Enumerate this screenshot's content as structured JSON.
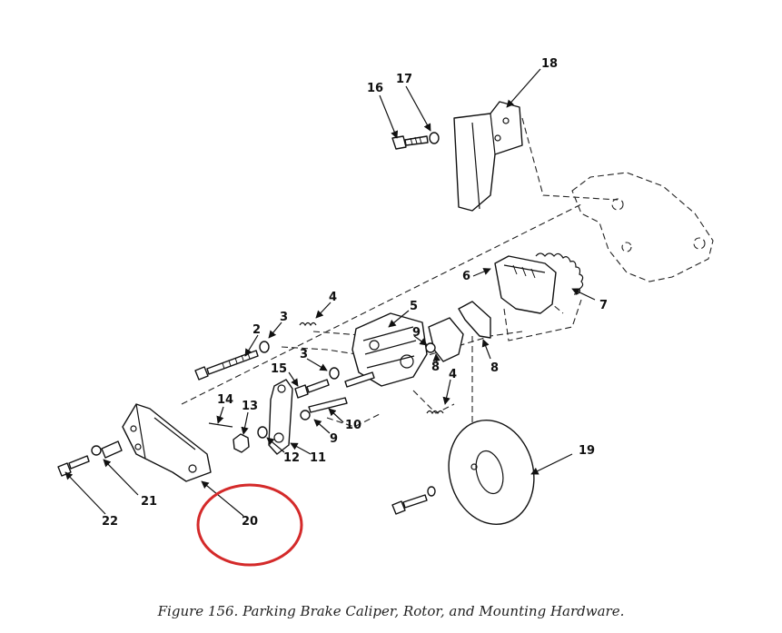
{
  "caption": "Figure 156.  Parking Brake Caliper, Rotor, and Mounting Hardware.",
  "callouts": [
    "2",
    "3",
    "3",
    "4",
    "4",
    "5",
    "6",
    "7",
    "8",
    "8",
    "9",
    "9",
    "10",
    "11",
    "12",
    "13",
    "14",
    "15",
    "16",
    "17",
    "18",
    "19",
    "20",
    "21",
    "22"
  ],
  "highlight_color": "#d42a2a",
  "ink_color": "#111111"
}
